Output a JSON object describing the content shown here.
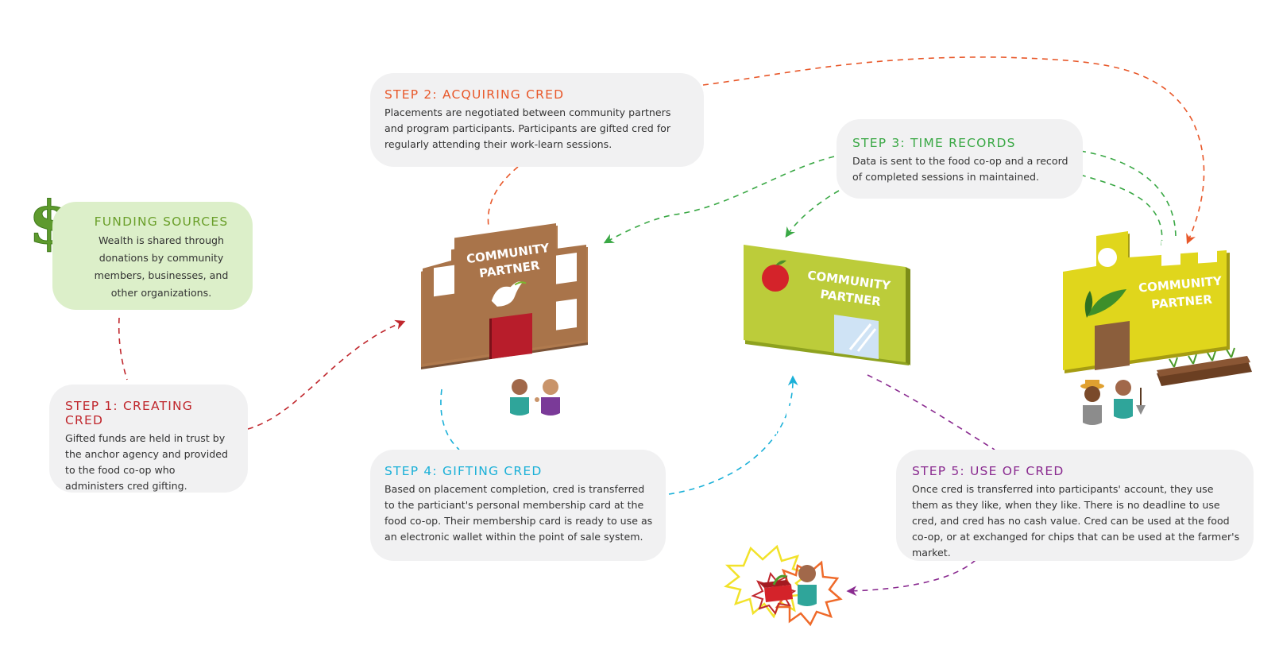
{
  "funding": {
    "icon": "dollar-icon",
    "title": "FUNDING SOURCES",
    "text": "Wealth is shared through donations by community members, businesses, and other organizations."
  },
  "step1": {
    "title": "STEP 1: CREATING CRED",
    "text": "Gifted funds are held in trust by the anchor agency and provided to the food co-op who administers cred gifting."
  },
  "step2": {
    "title": "STEP 2: ACQUIRING CRED",
    "text": "Placements are negotiated between community partners and program participants. Participants are gifted cred for regularly attending their work-learn sessions."
  },
  "step3": {
    "title": "STEP 3: TIME RECORDS",
    "text": "Data is sent to the food co-op and a record of completed sessions in maintained."
  },
  "step4": {
    "title": "STEP 4: GIFTING CRED",
    "text": "Based on placement completion, cred is transferred to the particiant's personal membership card at the food co-op. Their membership card is ready to use as an electronic wallet within the point of sale system."
  },
  "step5": {
    "title": "STEP 5: USE OF CRED",
    "text": "Once cred is transferred into participants' account, they use them as they like, when they like. There is no deadline to use cred, and cred has no cash value. Cred can be used at the food co-op, or at exchanged for chips that can be used at the farmer's market."
  },
  "buildings": [
    {
      "line1": "COMMUNITY",
      "line2": "PARTNER",
      "icon": "dove-icon"
    },
    {
      "line1": "COMMUNITY",
      "line2": "PARTNER",
      "icon": "apple-icon"
    },
    {
      "line1": "COMMUNITY",
      "line2": "PARTNER",
      "icon": "leaf-icon"
    }
  ],
  "colors": {
    "funding": "#6a9f2a",
    "step1": "#c0272d",
    "step2": "#e8582a",
    "step3": "#3aa845",
    "step4": "#1ab0d8",
    "step5": "#8a2b90"
  }
}
